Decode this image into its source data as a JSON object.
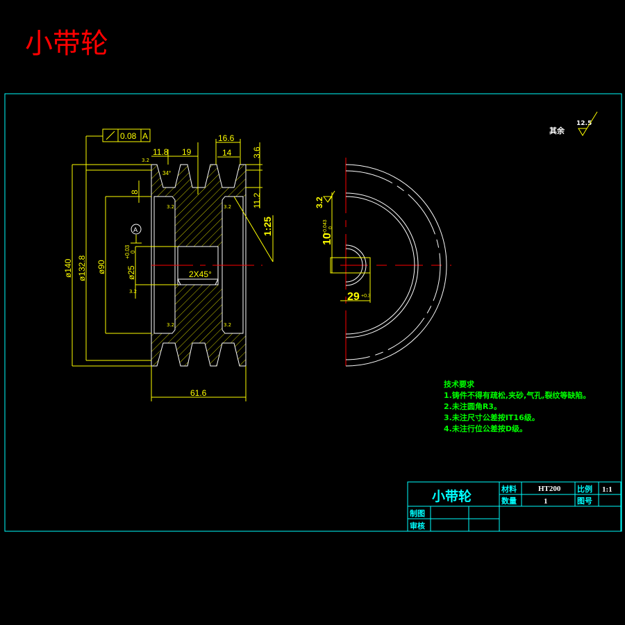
{
  "title": "小带轮",
  "colors": {
    "frame": "#00ffff",
    "dimension": "#ffff00",
    "outline": "#ffffff",
    "centerline": "#ff0000",
    "notes": "#00ff00",
    "title": "#ff0000"
  },
  "front_view": {
    "tolerance_frame": {
      "symbol": "circular-runout",
      "value": "0.08",
      "datum": "A"
    },
    "dims": {
      "d140": "ø140",
      "d132_8": "ø132.8",
      "d90": "ø90",
      "d25": "ø25",
      "d25_tol_upper": "+0.03",
      "d25_tol_lower": "0",
      "w11_8": "11.8",
      "w19": "19",
      "w16_6": "16.6",
      "w14": "14",
      "h3_6": "3.6",
      "h11_2": "11.2",
      "h8": "8",
      "angle": "34°",
      "chamfer": "2X45°",
      "taper": "1:25",
      "width": "61.6"
    },
    "datum_label": "A",
    "roughness": "3.2"
  },
  "side_view": {
    "keyway_width": "10",
    "keyway_width_tol_upper": "+0.043",
    "keyway_width_tol_lower": "0",
    "keyway_depth": "29",
    "keyway_depth_tol": "+0.3",
    "roughness": "3.2"
  },
  "surface_finish_note": {
    "label": "其余",
    "value": "12.5"
  },
  "tech_requirements": {
    "heading": "技术要求",
    "items": [
      "1.铸件不得有疏松,夹砂,气孔,裂纹等缺陷。",
      "2.未注圆角R3。",
      "3.未注尺寸公差按IT16级。",
      "4.未注行位公差按D级。"
    ]
  },
  "title_block": {
    "part_name": "小带轮",
    "material_label": "材料",
    "material": "HT200",
    "scale_label": "比例",
    "scale": "1:1",
    "quantity_label": "数量",
    "quantity": "1",
    "drawing_no_label": "图号",
    "drawing_no": "",
    "drawn_by_label": "制图",
    "checked_by_label": "审核"
  }
}
